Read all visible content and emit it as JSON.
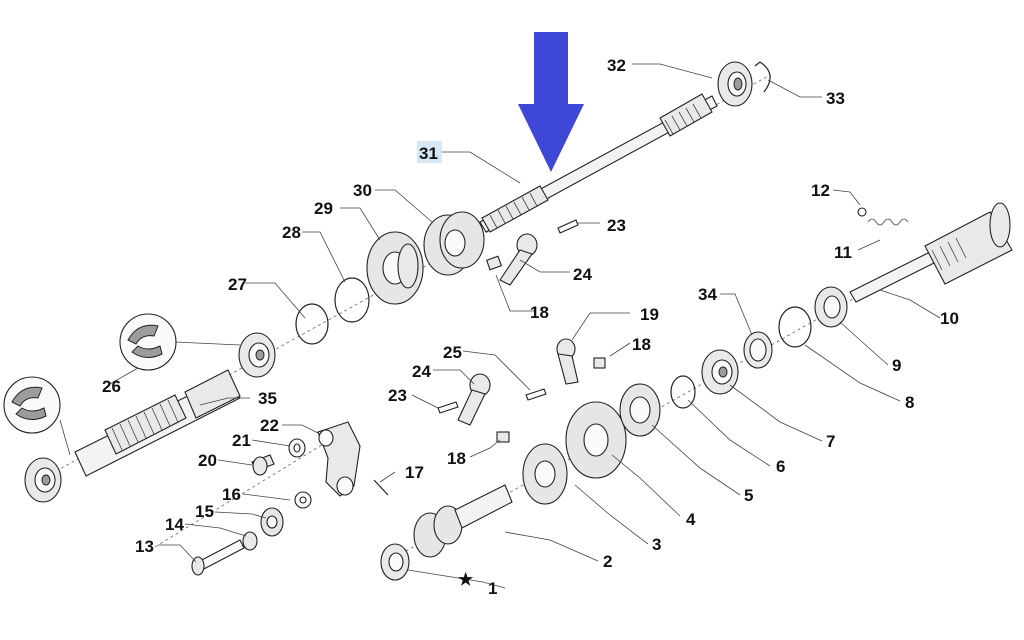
{
  "diagram": {
    "highlight_color": "#d6e8f5",
    "arrow_color": "#3f47d6",
    "marker_icon": "star-icon",
    "labels": {
      "l1": "1",
      "l2": "2",
      "l3": "3",
      "l4": "4",
      "l5": "5",
      "l6": "6",
      "l7": "7",
      "l8": "8",
      "l9": "9",
      "l10": "10",
      "l11": "11",
      "l12": "12",
      "l13": "13",
      "l14": "14",
      "l15": "15",
      "l16": "16",
      "l17": "17",
      "l18a": "18",
      "l18b": "18",
      "l18c": "18",
      "l19": "19",
      "l20": "20",
      "l21": "21",
      "l22": "22",
      "l23a": "23",
      "l23b": "23",
      "l24a": "24",
      "l24b": "24",
      "l25": "25",
      "l26": "26",
      "l27": "27",
      "l28": "28",
      "l29": "29",
      "l30": "30",
      "l31": "31",
      "l32": "32",
      "l33": "33",
      "l34": "34",
      "l35": "35",
      "star": "★"
    }
  }
}
